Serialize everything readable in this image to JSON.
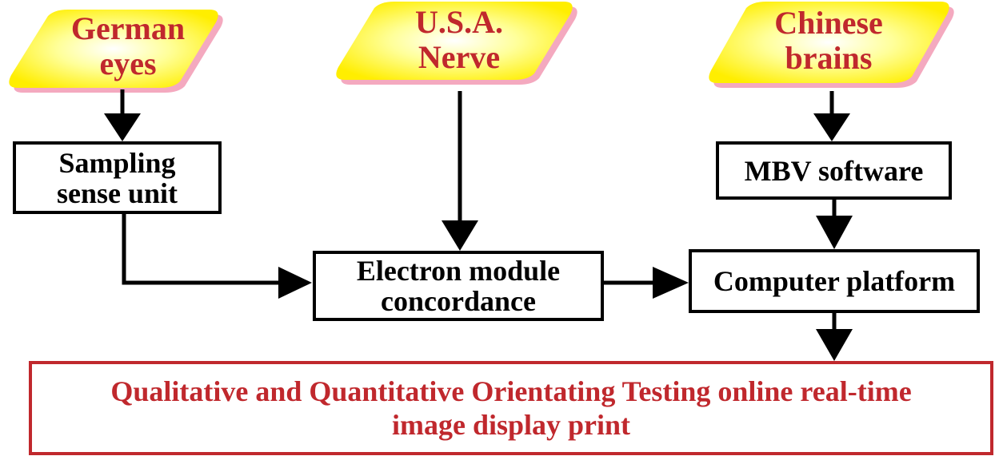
{
  "colors": {
    "input_fill": "#ffff33",
    "input_shadow": "#f4a9bf",
    "input_text": "#c0282d",
    "box_border": "#000000",
    "output_border": "#c0282d",
    "arrow": "#000000"
  },
  "inputs": {
    "german": {
      "line1": "German",
      "line2": "eyes"
    },
    "usa": {
      "line1": "U.S.A.",
      "line2": "Nerve"
    },
    "chinese": {
      "line1": "Chinese",
      "line2": "brains"
    }
  },
  "boxes": {
    "sampling": {
      "line1": "Sampling",
      "line2": "sense unit"
    },
    "mbv": {
      "line1": "MBV software"
    },
    "electron": {
      "line1": "Electron module",
      "line2": "concordance"
    },
    "computer": {
      "line1": "Computer platform"
    }
  },
  "output": {
    "line1": "Qualitative and Quantitative Orientating Testing online real-time",
    "line2": "image display print"
  }
}
